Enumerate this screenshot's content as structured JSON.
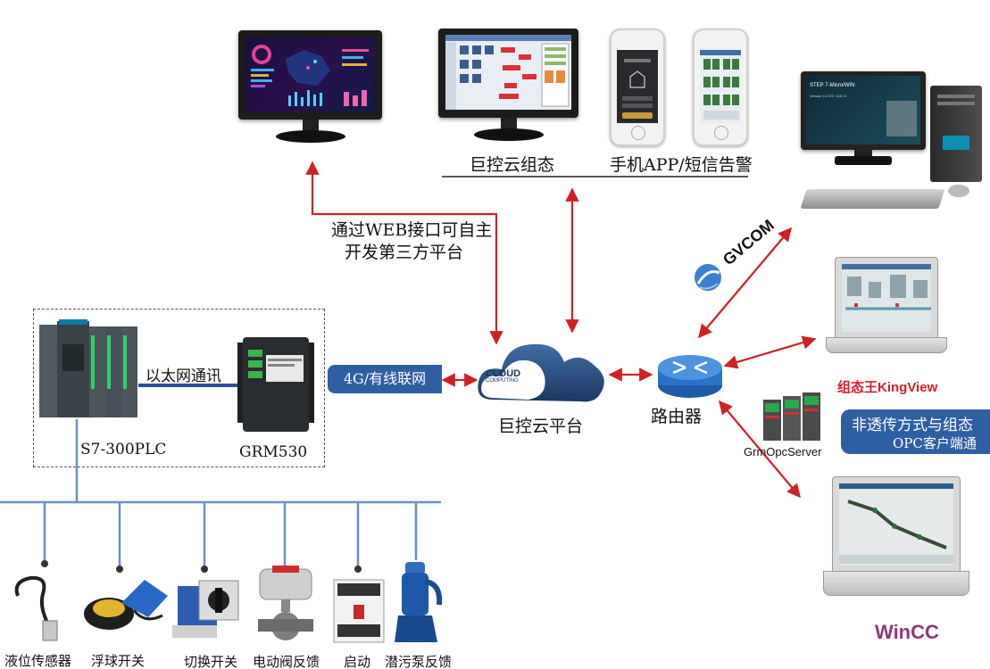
{
  "labels": {
    "web_interface": [
      "通过WEB接口可自主",
      "开发第三方平台"
    ],
    "cloud_config": "巨控云组态",
    "mobile_alarm": "手机APP/短信告警",
    "network": "4G/有线联网",
    "cloud_platform": "巨控云平台",
    "router": "路由器",
    "ethernet": "以太网通讯",
    "plc": "S7-300PLC",
    "gateway": "GRM530",
    "gvcom": "GVCOM",
    "kingview": "组态王KingView",
    "opc_note": [
      "非透传方式与组态",
      "OPC客户端通"
    ],
    "opc_server": "GrmOpcServer",
    "wincc": "WinCC",
    "cloud_text": [
      "CLOUD",
      "COMPUTING"
    ],
    "step7": [
      "STEP 7-Micro/WIN",
      "Version 4.0    IEC 1131-3"
    ]
  },
  "devices": [
    {
      "label": "液位传感器"
    },
    {
      "label": "浮球开关"
    },
    {
      "label": "切换开关"
    },
    {
      "label": "电动阀反馈"
    },
    {
      "label": "启动"
    },
    {
      "label": "潜污泵反馈"
    }
  ],
  "colors": {
    "arrow": "#d11f26",
    "field_bus": "#6b8fc7",
    "ethernet_link": "#2c4f9c",
    "tag_fill": "#2f5fa3",
    "kingview_red": "#d41e2c",
    "kingview_blue": "#1d3f9a"
  }
}
